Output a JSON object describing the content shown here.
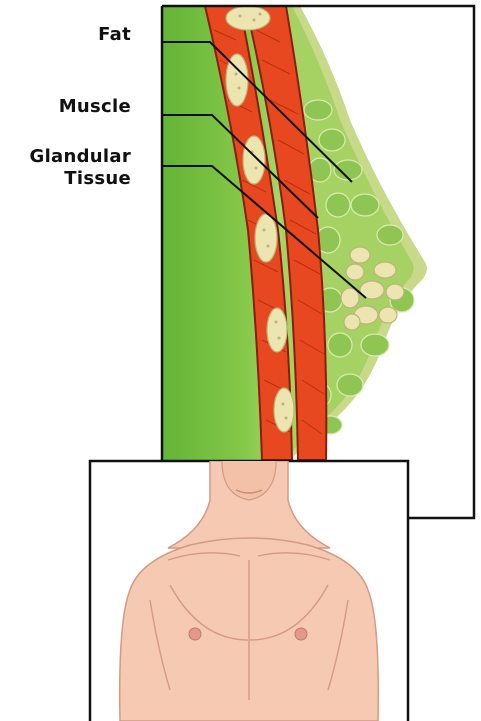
{
  "labels": {
    "fat": "Fat",
    "muscle": "Muscle",
    "glandular_line1": "Glandular",
    "glandular_line2": "Tissue"
  },
  "colors": {
    "chest_green": "#7cc242",
    "breast_green": "#a9d468",
    "muscle_red": "#e8481f",
    "fat_cream": "#ece5b0",
    "skin": "#f6c9b3"
  }
}
